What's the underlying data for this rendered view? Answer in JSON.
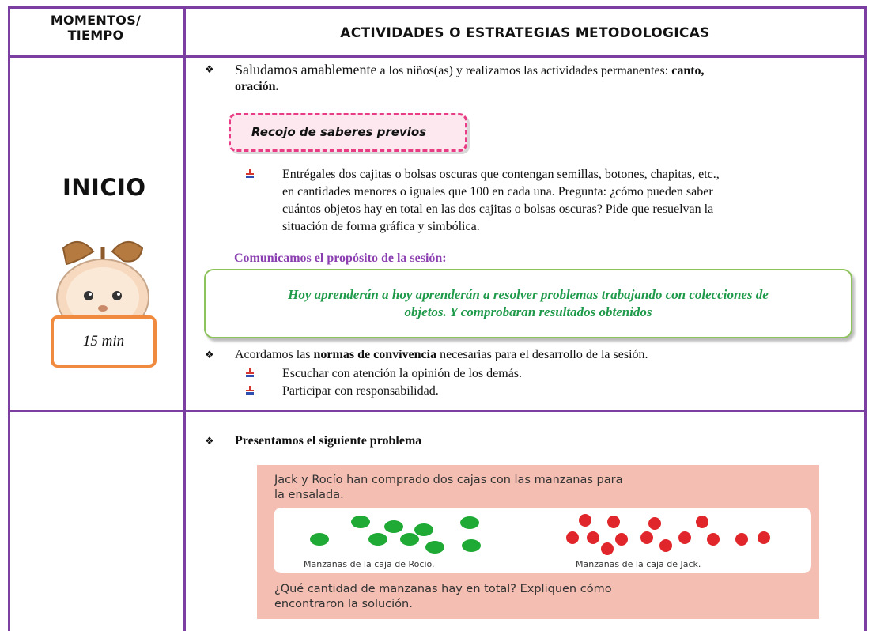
{
  "header": {
    "col1_line1": "MOMENTOS/",
    "col1_line2": "TIEMPO",
    "col2": "ACTIVIDADES O ESTRATEGIAS METODOLOGICAS"
  },
  "inicio": {
    "label": "INICIO",
    "time": "15 min"
  },
  "activities": {
    "greeting_pre": "Saludamos amablemente",
    "greeting_mid": " a los niños(as) y realizamos las actividades permanentes: ",
    "greeting_bold1": "canto,",
    "greeting_bold2": "oración.",
    "recojo": "Recojo de saberes previos",
    "task_line1": "Entrégales dos cajitas o bolsas oscuras que contengan semillas, botones, chapitas, etc.,",
    "task_line2": "en cantidades menores o iguales que 100 en cada una. Pregunta: ¿cómo pueden saber",
    "task_line3": "cuántos objetos hay en total en las dos cajitas o bolsas oscuras? Pide que resuelvan la",
    "task_line4": "situación de forma gráfica y simbólica.",
    "proposito_title": "Comunicamos el propósito de la sesión:",
    "proposito_line1": "Hoy aprenderán a hoy aprenderán a resolver problemas trabajando con colecciones de",
    "proposito_line2": "objetos. Y comprobaran resultados obtenidos",
    "normas_pre": "Acordamos las ",
    "normas_bold": "normas de convivencia",
    "normas_post": " necesarias para el desarrollo de la sesión.",
    "norma1": "Escuchar con atención la opinión de los demás.",
    "norma2": "Participar con responsabilidad."
  },
  "desarrollo": {
    "presentamos": "Presentamos el siguiente problema",
    "problem_line1": "Jack y Rocío han comprado dos cajas con las manzanas para",
    "problem_line2": "la ensalada.",
    "caption_rocio": "Manzanas de la caja de Rocio.",
    "caption_jack": "Manzanas de la caja de Jack.",
    "question_line1": "¿Qué cantidad de manzanas hay en total? Expliquen cómo",
    "question_line2": "encontraron la solución."
  },
  "colors": {
    "border": "#7a3fa0",
    "proposito": "#8b3fb0",
    "green_text": "#1f9a4a",
    "recojo_border": "#e83c84",
    "time_border": "#f08a3e",
    "problem_bg": "#f4beb2",
    "apple_green": "#1faa35",
    "apple_red": "#e0262a"
  }
}
